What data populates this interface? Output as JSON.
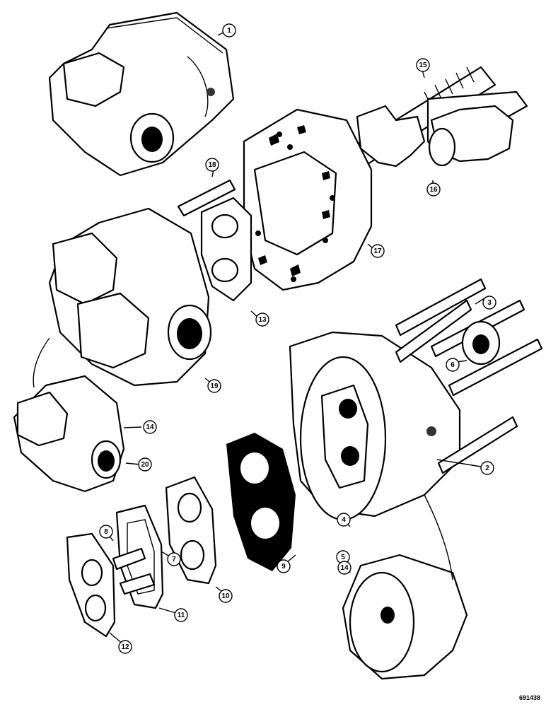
{
  "diagram": {
    "callouts": [
      "1",
      "2",
      "3",
      "4",
      "5",
      "6",
      "7",
      "8",
      "9",
      "10",
      "11",
      "12",
      "13",
      "14",
      "14",
      "15",
      "16",
      "17",
      "18",
      "19",
      "20"
    ],
    "reference_number": "691438"
  }
}
